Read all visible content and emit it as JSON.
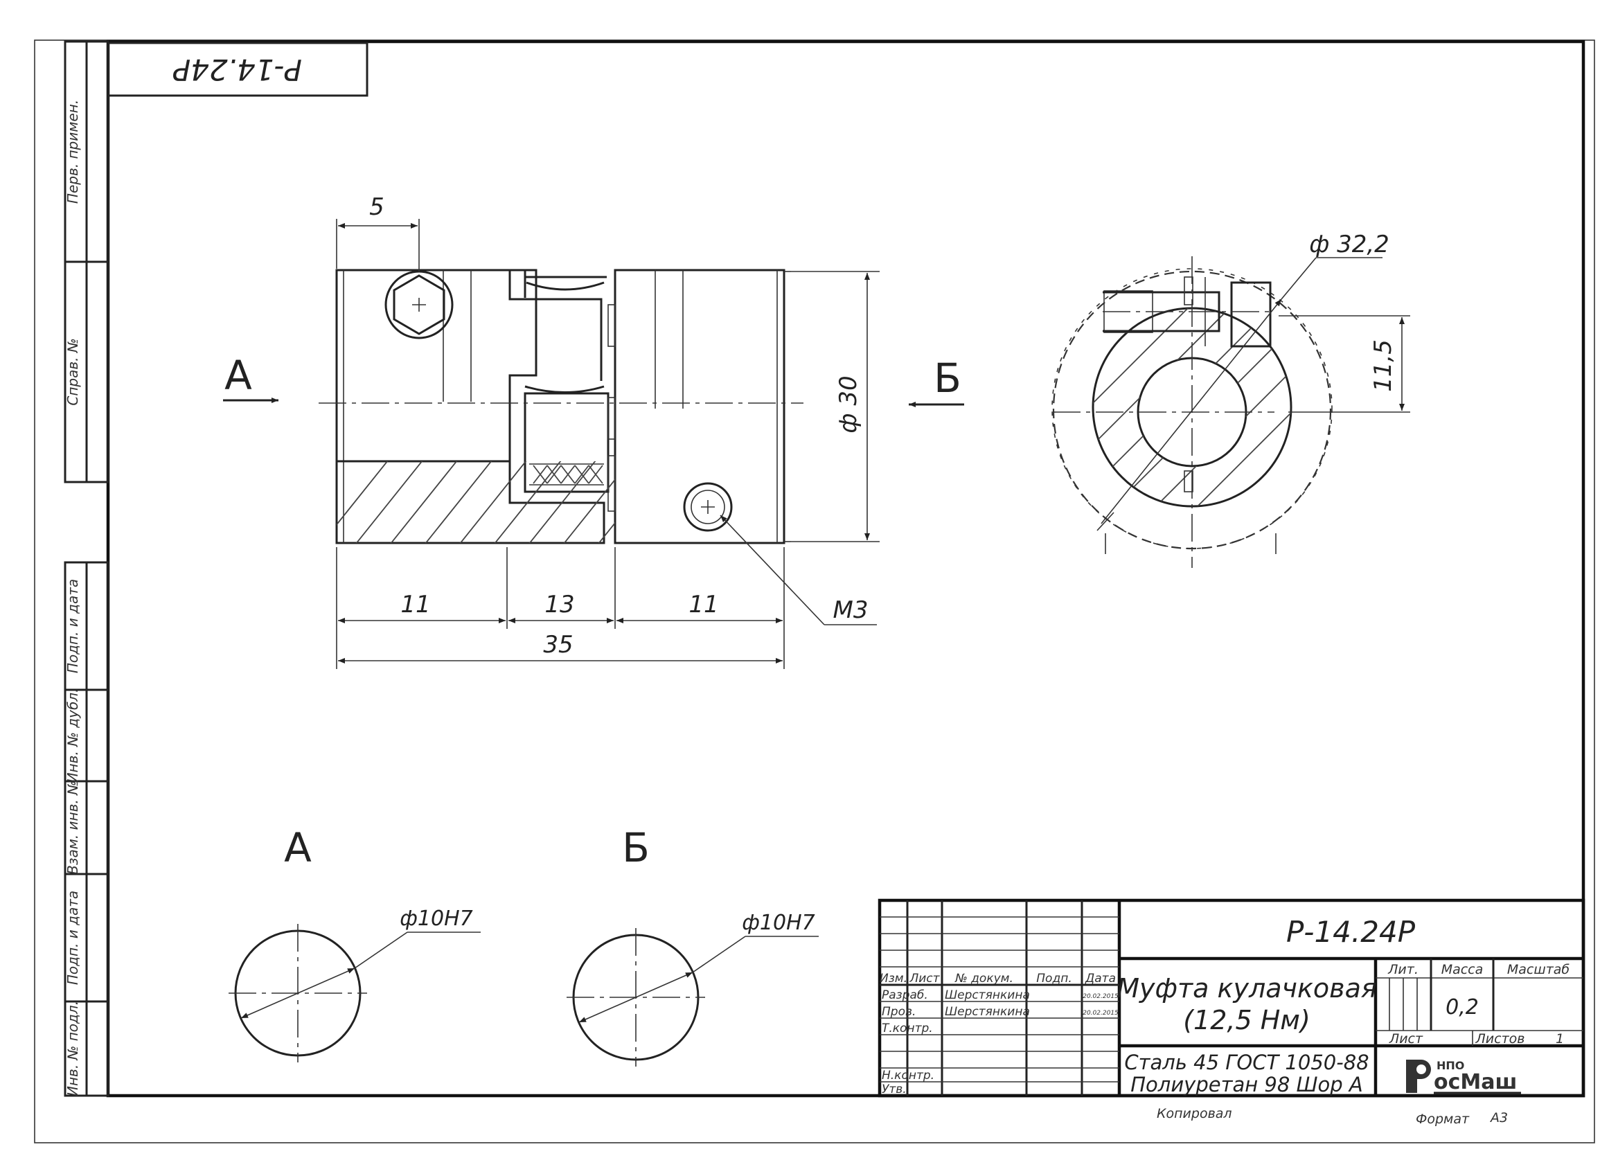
{
  "drawing_number": "Р-14.24Р",
  "stamp_number_mirrored": "Р-14.24Р",
  "left_strip": {
    "top": [
      "Перв. примен.",
      "Справ. №"
    ],
    "bottom": [
      "Подп. и дата",
      "Инв. № дубл.",
      "Взам. инв. №",
      "Подп. и дата",
      "Инв. № подл."
    ]
  },
  "views": {
    "arrow_a": "А",
    "arrow_b": "Б",
    "view_a_title": "А",
    "view_b_title": "Б"
  },
  "dimensions": {
    "screw_offset": "5",
    "outer_diameter": "ф 30",
    "len_left": "11",
    "len_mid": "13",
    "len_right": "11",
    "len_total": "35",
    "thread": "М3",
    "section_diameter": "ф 32,2",
    "section_height": "11,5",
    "bore_a": "ф10Н7",
    "bore_b": "ф10Н7"
  },
  "title_block": {
    "designation": "Р-14.24Р",
    "name_line1": "Муфта кулачковая",
    "name_line2": "(12,5 Нм)",
    "material_line1": "Сталь 45 ГОСТ 1050-88",
    "material_line2": "Полиуретан 98 Шор А",
    "col_headers": [
      "Изм.",
      "Лист",
      "№ докум.",
      "Подп.",
      "Дата"
    ],
    "roles": [
      "Разраб.",
      "Пров.",
      "Т.контр.",
      "Н.контр.",
      "Утв."
    ],
    "developer": "Шерстянкина",
    "checker": "Шерстянкина",
    "dates": [
      "20.02.2015",
      "20.02.2015"
    ],
    "lit_label": "Лит.",
    "mass_label": "Масса",
    "scale_label": "Масштаб",
    "mass_value": "0,2",
    "sheet_label": "Лист",
    "sheets_label": "Листов",
    "sheets_value": "1",
    "copied": "Копировал",
    "format_label": "Формат",
    "format_value": "А3",
    "logo_small": "НПО",
    "logo_main": "осМаш"
  }
}
